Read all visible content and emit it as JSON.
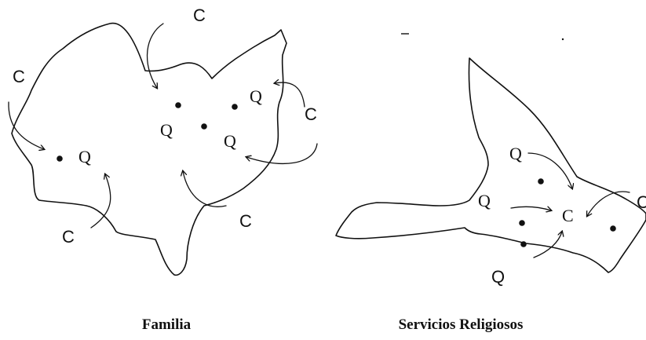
{
  "diagrams": [
    {
      "caption": "Familia",
      "outside_label": "C",
      "inside_label": "Q"
    },
    {
      "caption": "Servicios Religiosos",
      "outside_label": "C",
      "inside_label": "Q",
      "center_label": "C",
      "bottom_label": "Q"
    }
  ]
}
